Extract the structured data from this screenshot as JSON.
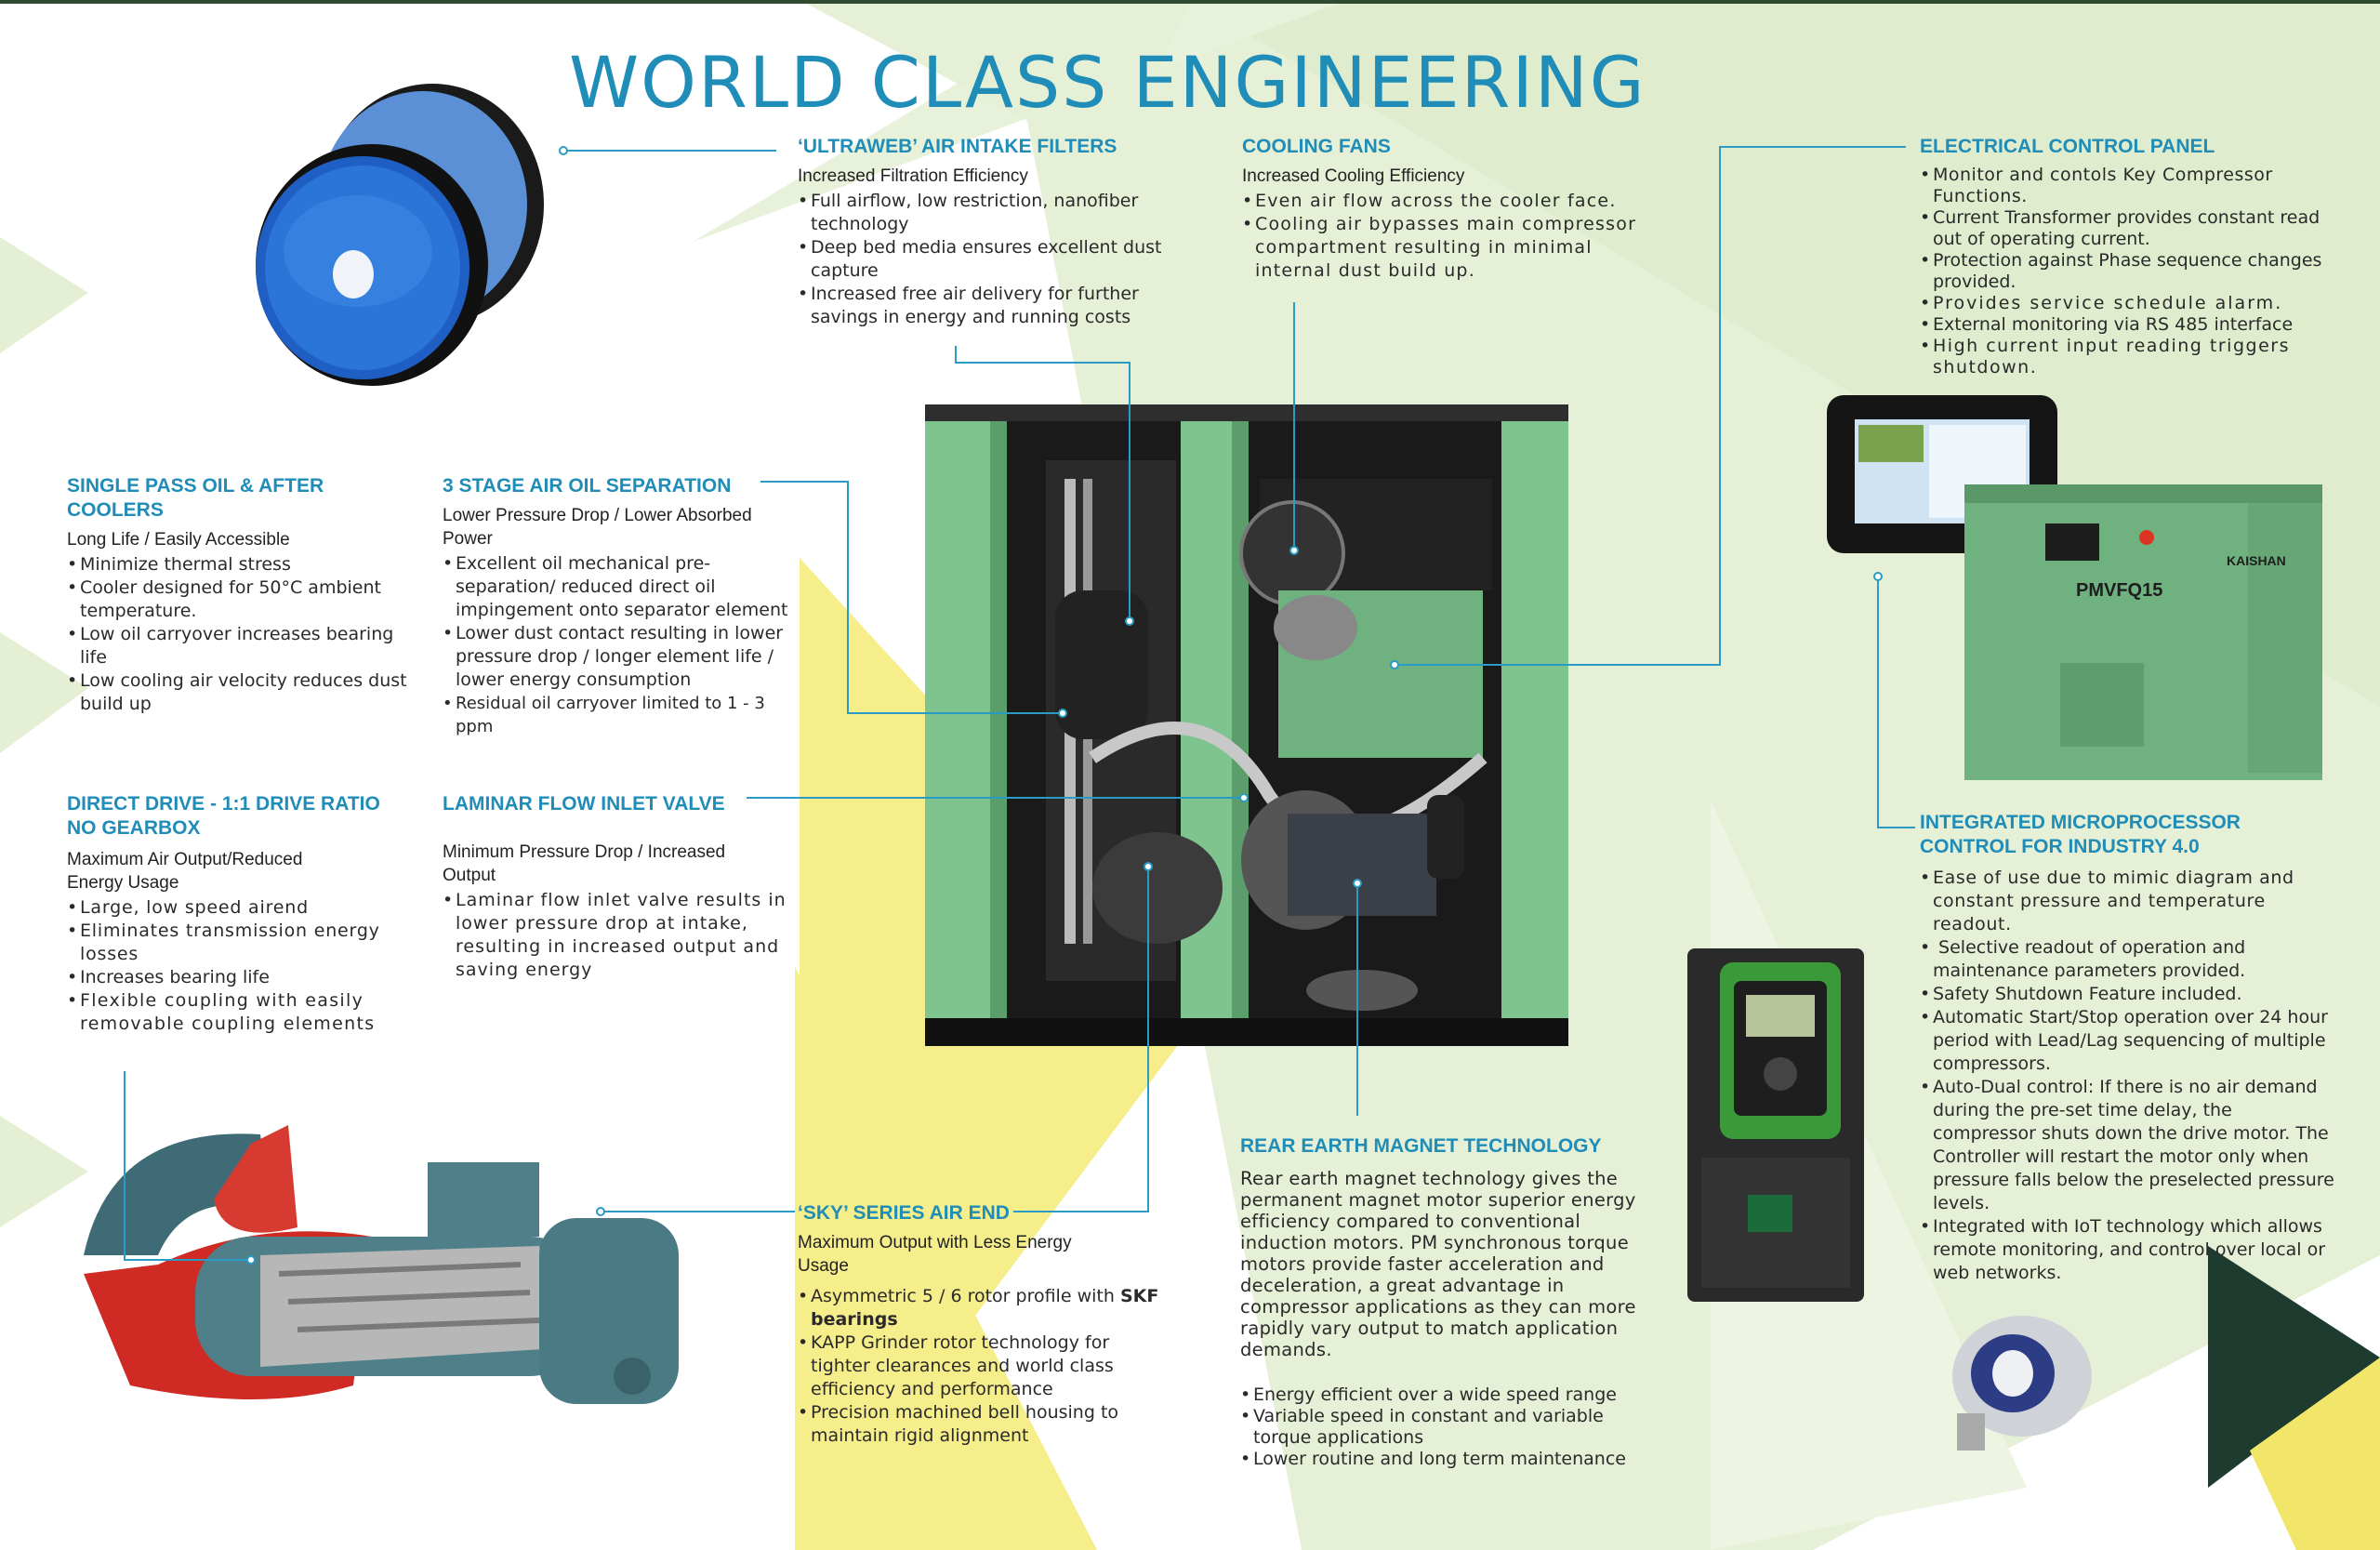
{
  "page": {
    "title": "WORLD CLASS ENGINEERING",
    "accent_color": "#1f8db8",
    "background_colors": {
      "light_green": "#e6f0d6",
      "yellow": "#f5ee8a",
      "dark_green": "#1d3b2f"
    }
  },
  "sections": {
    "intake_filters": {
      "heading": "‘ULTRAWEB’ AIR INTAKE FILTERS",
      "subheading": "Increased Filtration Efficiency",
      "bullets": [
        "Full airflow, low restriction, nanofiber technology",
        "Deep bed media ensures excellent dust capture",
        "Increased free air delivery for further savings in energy and running costs"
      ]
    },
    "cooling_fans": {
      "heading": "COOLING FANS",
      "subheading": "Increased Cooling Efficiency",
      "bullets": [
        "Even air flow across the cooler face.",
        "Cooling air bypasses main compressor compartment resulting in minimal internal dust build up."
      ]
    },
    "electrical_panel": {
      "heading": "ELECTRICAL CONTROL PANEL",
      "bullets": [
        "Monitor and contols Key Compressor Functions.",
        "Current Transformer provides constant read out of operating current.",
        "Protection against Phase sequence changes provided.",
        "Provides service schedule alarm.",
        "External monitoring via RS 485 interface",
        "High current input reading triggers shutdown."
      ]
    },
    "single_pass": {
      "heading": "SINGLE PASS OIL & AFTER COOLERS",
      "subheading": "Long Life / Easily Accessible",
      "bullets": [
        "Minimize thermal stress",
        "Cooler designed for 50°C ambient temperature.",
        "Low oil carryover increases bearing life",
        "Low cooling air velocity reduces dust build up"
      ]
    },
    "separation": {
      "heading": "3 STAGE AIR OIL SEPARATION",
      "subheading": "Lower Pressure Drop / Lower Absorbed Power",
      "bullets": [
        "Excellent oil mechanical pre-separation/ reduced direct oil impingement onto separator element",
        "Lower dust contact resulting in lower pressure drop / longer element life / lower energy consumption",
        "Residual oil carryover limited to 1 - 3 ppm"
      ]
    },
    "direct_drive": {
      "heading_line1": "DIRECT DRIVE - 1:1 DRIVE RATIO",
      "heading_line2": "NO GEARBOX",
      "subheading": "Maximum Air Output/Reduced Energy Usage",
      "bullets": [
        "Large, low speed airend",
        "Eliminates transmission energy losses",
        "Increases bearing life",
        "Flexible coupling with easily removable coupling elements"
      ]
    },
    "inlet_valve": {
      "heading": "LAMINAR FLOW INLET VALVE",
      "subheading": "Minimum Pressure Drop / Increased Output",
      "bullets": [
        "Laminar flow inlet valve results in lower pressure drop at intake, resulting in increased output and saving energy"
      ]
    },
    "microprocessor": {
      "heading_line1": "INTEGRATED MICROPROCESSOR",
      "heading_line2": "CONTROL FOR INDUSTRY 4.0",
      "bullets": [
        "Ease of use due to mimic diagram and constant pressure and temperature readout.",
        " Selective readout of operation and maintenance parameters provided.",
        "Safety Shutdown Feature included.",
        "Automatic Start/Stop operation over 24 hour period with Lead/Lag sequencing of multiple compressors.",
        "Auto-Dual control: If there is no air demand during the pre-set time delay, the compressor shuts down the drive motor. The Controller will restart the motor only when pressure falls below the preselected pressure levels.",
        "Integrated with IoT technology which allows remote monitoring, and control over local or web networks."
      ]
    },
    "rear_earth": {
      "heading": "REAR EARTH MAGNET TECHNOLOGY",
      "paragraph": "Rear earth magnet technology gives the permanent magnet motor superior energy efficiency compared to conventional induction motors. PM synchronous torque motors provide faster acceleration and deceleration, a great advantage in compressor applications as they can more rapidly vary output to match application demands.",
      "bullets": [
        "Energy efficient over a wide speed range",
        "Variable speed in constant and variable torque applications",
        "Lower routine and long term maintenance"
      ]
    },
    "airend": {
      "heading": "‘SKY’ SERIES AIR END",
      "subheading": "Maximum Output with Less Energy Usage",
      "bullet1_text": "Asymmetric 5 / 6 rotor profile with",
      "bullet1_bold": "SKF bearings",
      "bullets_rest": [
        "KAPP Grinder rotor technology for tighter clearances and world class efficiency and performance",
        "Precision machined bell housing to maintain rigid alignment"
      ]
    }
  },
  "images": {
    "compressor_label": "PMVFQ15",
    "brand_label": "KAISHAN"
  }
}
